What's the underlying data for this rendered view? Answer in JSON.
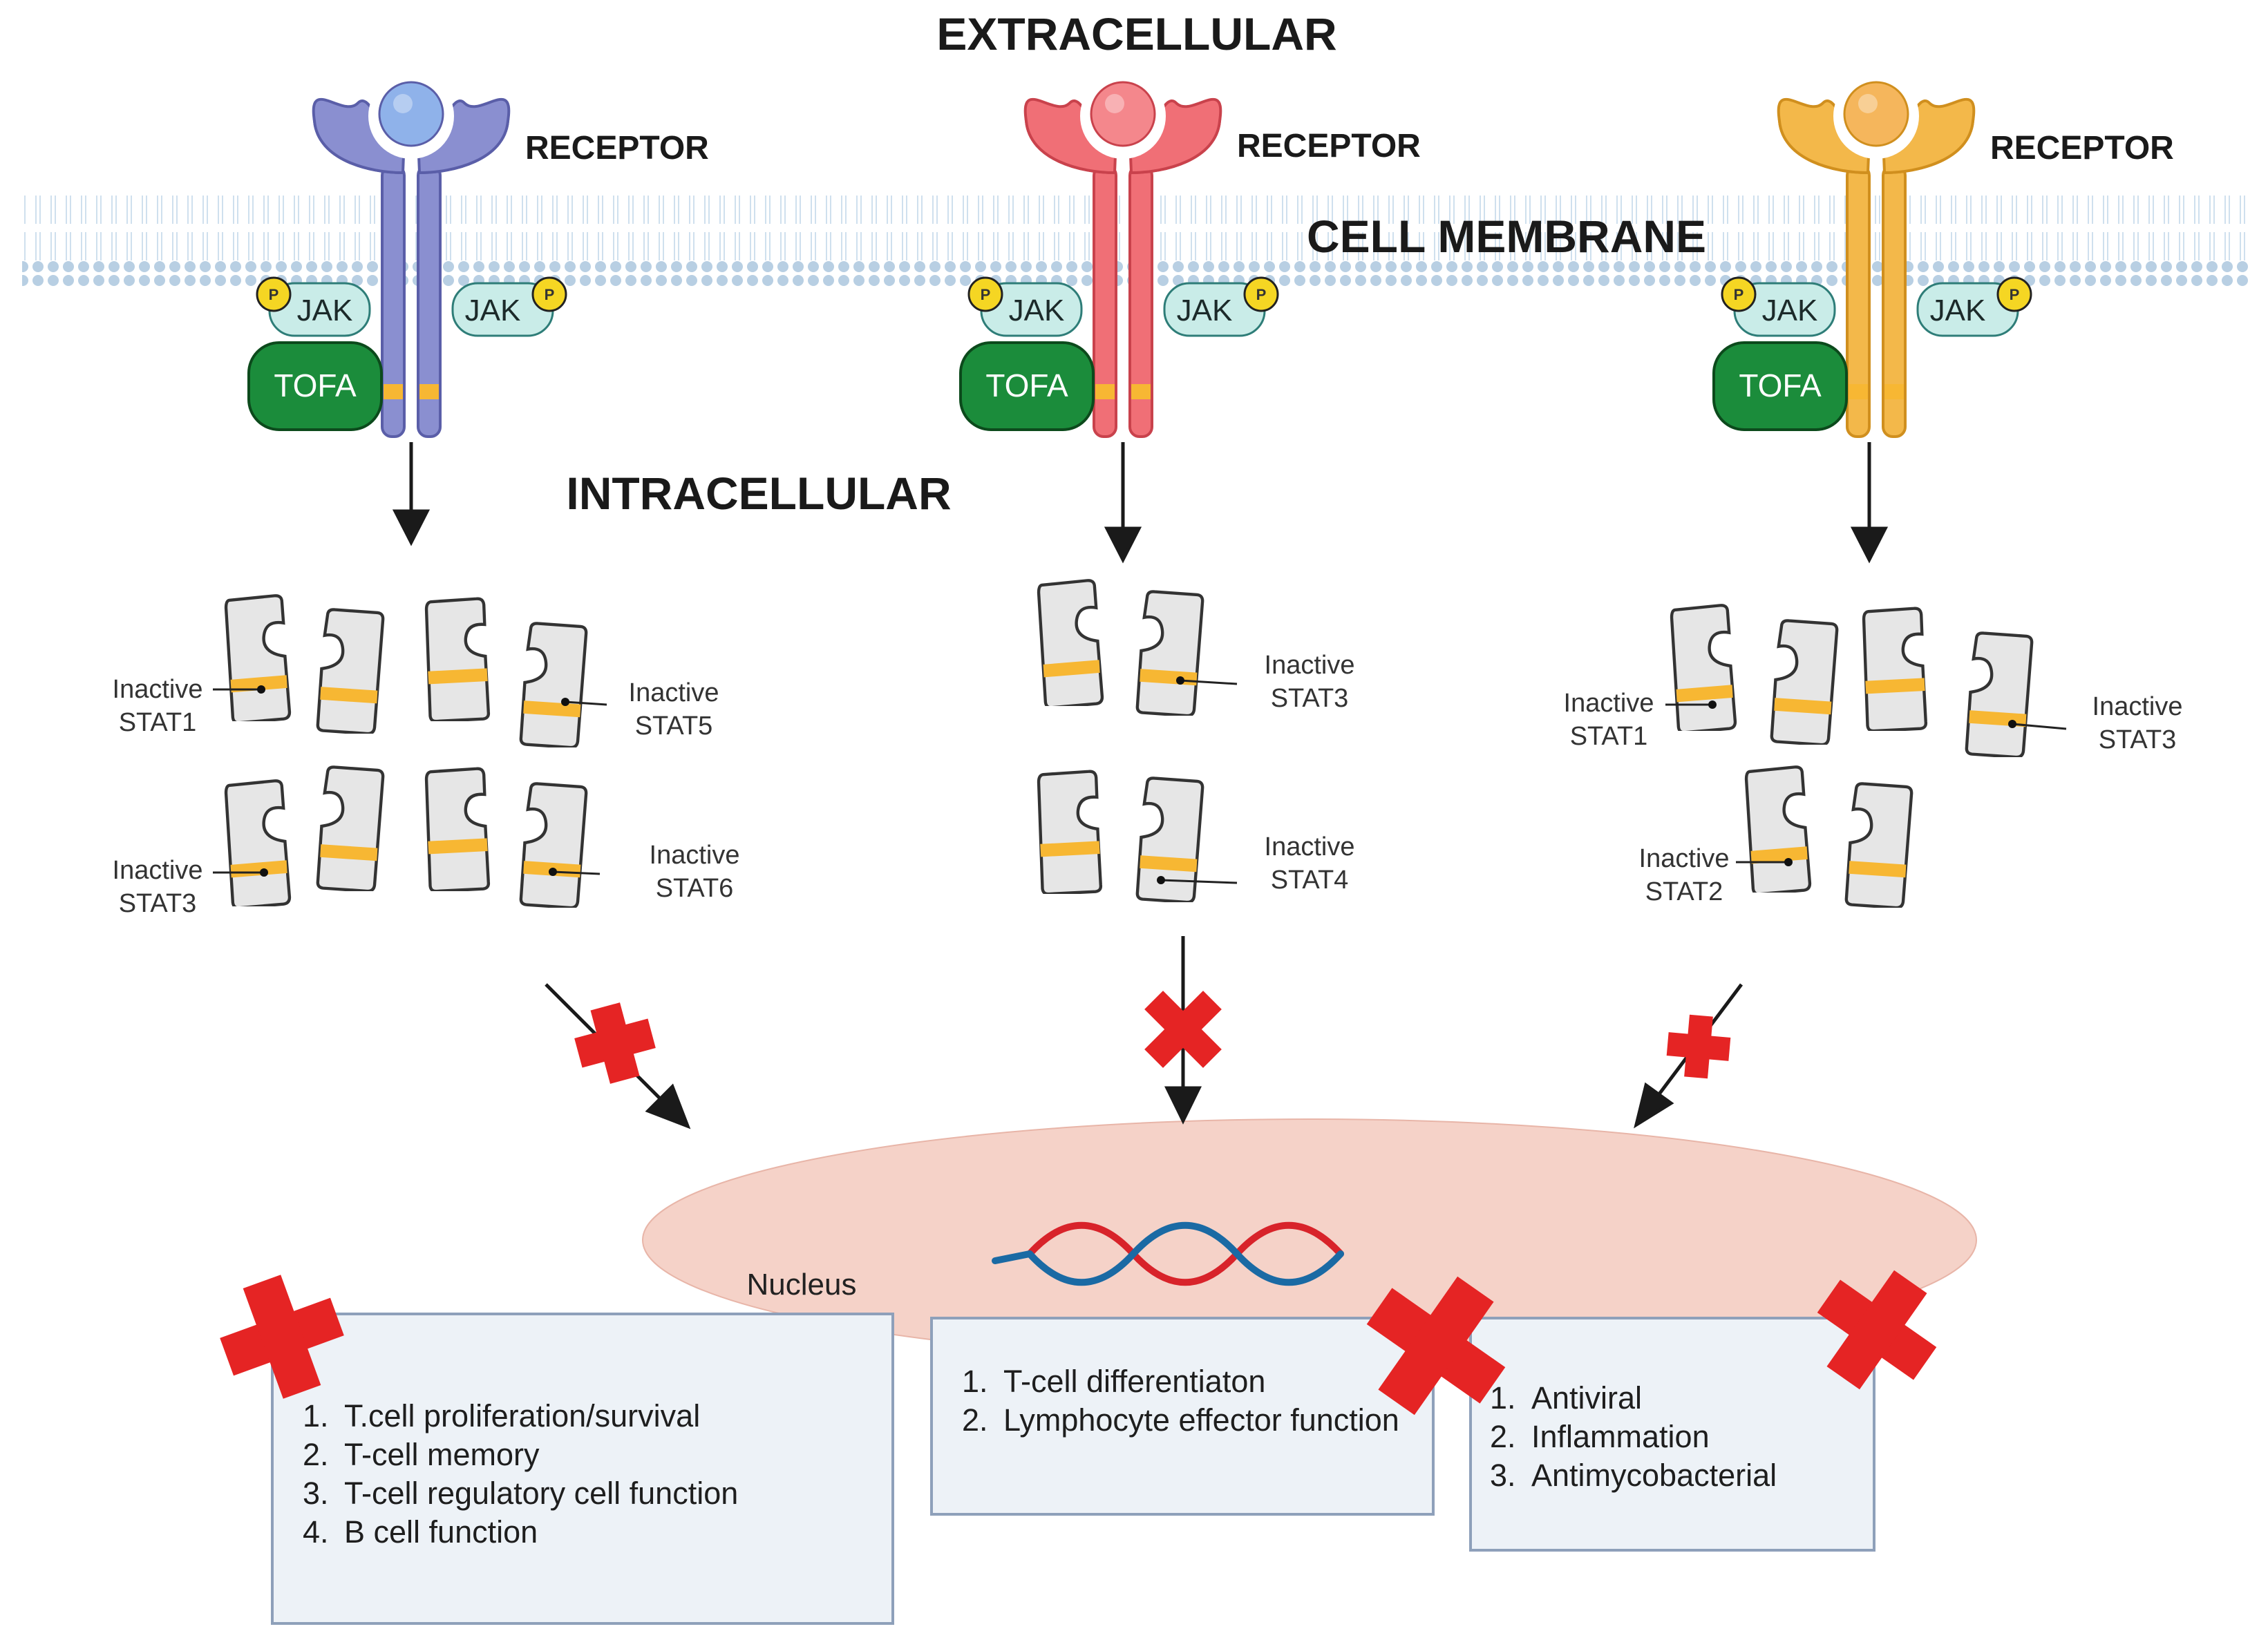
{
  "titles": {
    "extracellular": "EXTRACELLULAR",
    "cell_membrane": "CELL MEMBRANE",
    "intracellular": "INTRACELLULAR",
    "nucleus": "Nucleus"
  },
  "receptors": [
    {
      "label": "RECEPTOR",
      "jak": "JAK",
      "drug": "TOFA",
      "phospho": "P",
      "color": "#8a8fd0",
      "dark": "#5a5ea8",
      "ligand": "#8fb2ea"
    },
    {
      "label": "RECEPTOR",
      "jak": "JAK",
      "drug": "TOFA",
      "phospho": "P",
      "color": "#f06f76",
      "dark": "#c9424c",
      "ligand": "#f4878c"
    },
    {
      "label": "RECEPTOR",
      "jak": "JAK",
      "drug": "TOFA",
      "phospho": "P",
      "color": "#f3b84a",
      "dark": "#d08f1e",
      "ligand": "#f5b65c"
    }
  ],
  "stat_groups": [
    [
      {
        "line1": "Inactive",
        "line2": "STAT1"
      },
      {
        "line1": "Inactive",
        "line2": "STAT5"
      },
      {
        "line1": "Inactive",
        "line2": "STAT3"
      },
      {
        "line1": "Inactive",
        "line2": "STAT6"
      }
    ],
    [
      {
        "line1": "Inactive",
        "line2": "STAT3"
      },
      {
        "line1": "Inactive",
        "line2": "STAT4"
      }
    ],
    [
      {
        "line1": "Inactive",
        "line2": "STAT1"
      },
      {
        "line1": "Inactive",
        "line2": "STAT3"
      },
      {
        "line1": "Inactive",
        "line2": "STAT2"
      }
    ]
  ],
  "outcomes": [
    {
      "items": [
        "T.cell proliferation/survival",
        "T-cell memory",
        "T-cell regulatory cell function",
        "B cell function"
      ]
    },
    {
      "items": [
        "T-cell differentiaton",
        "Lymphocyte effector function"
      ]
    },
    {
      "items": [
        "Antiviral",
        "Inflammation",
        "Antimycobacterial"
      ]
    }
  ],
  "colors": {
    "membrane": "#b9d3e6",
    "jak": "#c9ece8",
    "tofa": "#1b8c3b",
    "phospho": "#f5d623",
    "stat_band": "#f7b733",
    "nucleus": "#f5d2c8",
    "block_x": "#e52424",
    "dna_red": "#d8232a",
    "dna_blue": "#1a6aa4"
  }
}
